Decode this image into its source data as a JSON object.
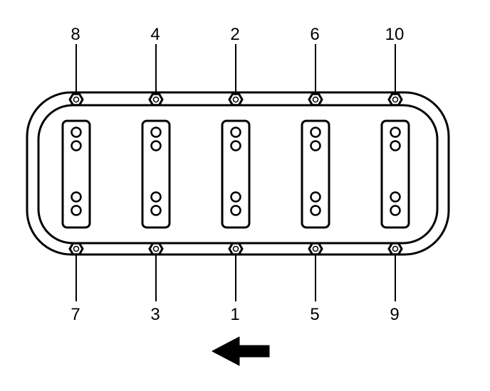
{
  "colors": {
    "ink": "#000000",
    "paper": "#ffffff"
  },
  "top_bolts": [
    {
      "label": "8"
    },
    {
      "label": "4"
    },
    {
      "label": "2"
    },
    {
      "label": "6"
    },
    {
      "label": "10"
    }
  ],
  "bottom_bolts": [
    {
      "label": "7"
    },
    {
      "label": "3"
    },
    {
      "label": "1"
    },
    {
      "label": "5"
    },
    {
      "label": "9"
    }
  ],
  "caps": [
    {
      "holes": 4
    },
    {
      "holes": 4
    },
    {
      "holes": 4
    },
    {
      "holes": 4
    },
    {
      "holes": 4
    }
  ],
  "direction_arrow": {
    "icon": "arrow-left-icon",
    "direction": "left"
  }
}
